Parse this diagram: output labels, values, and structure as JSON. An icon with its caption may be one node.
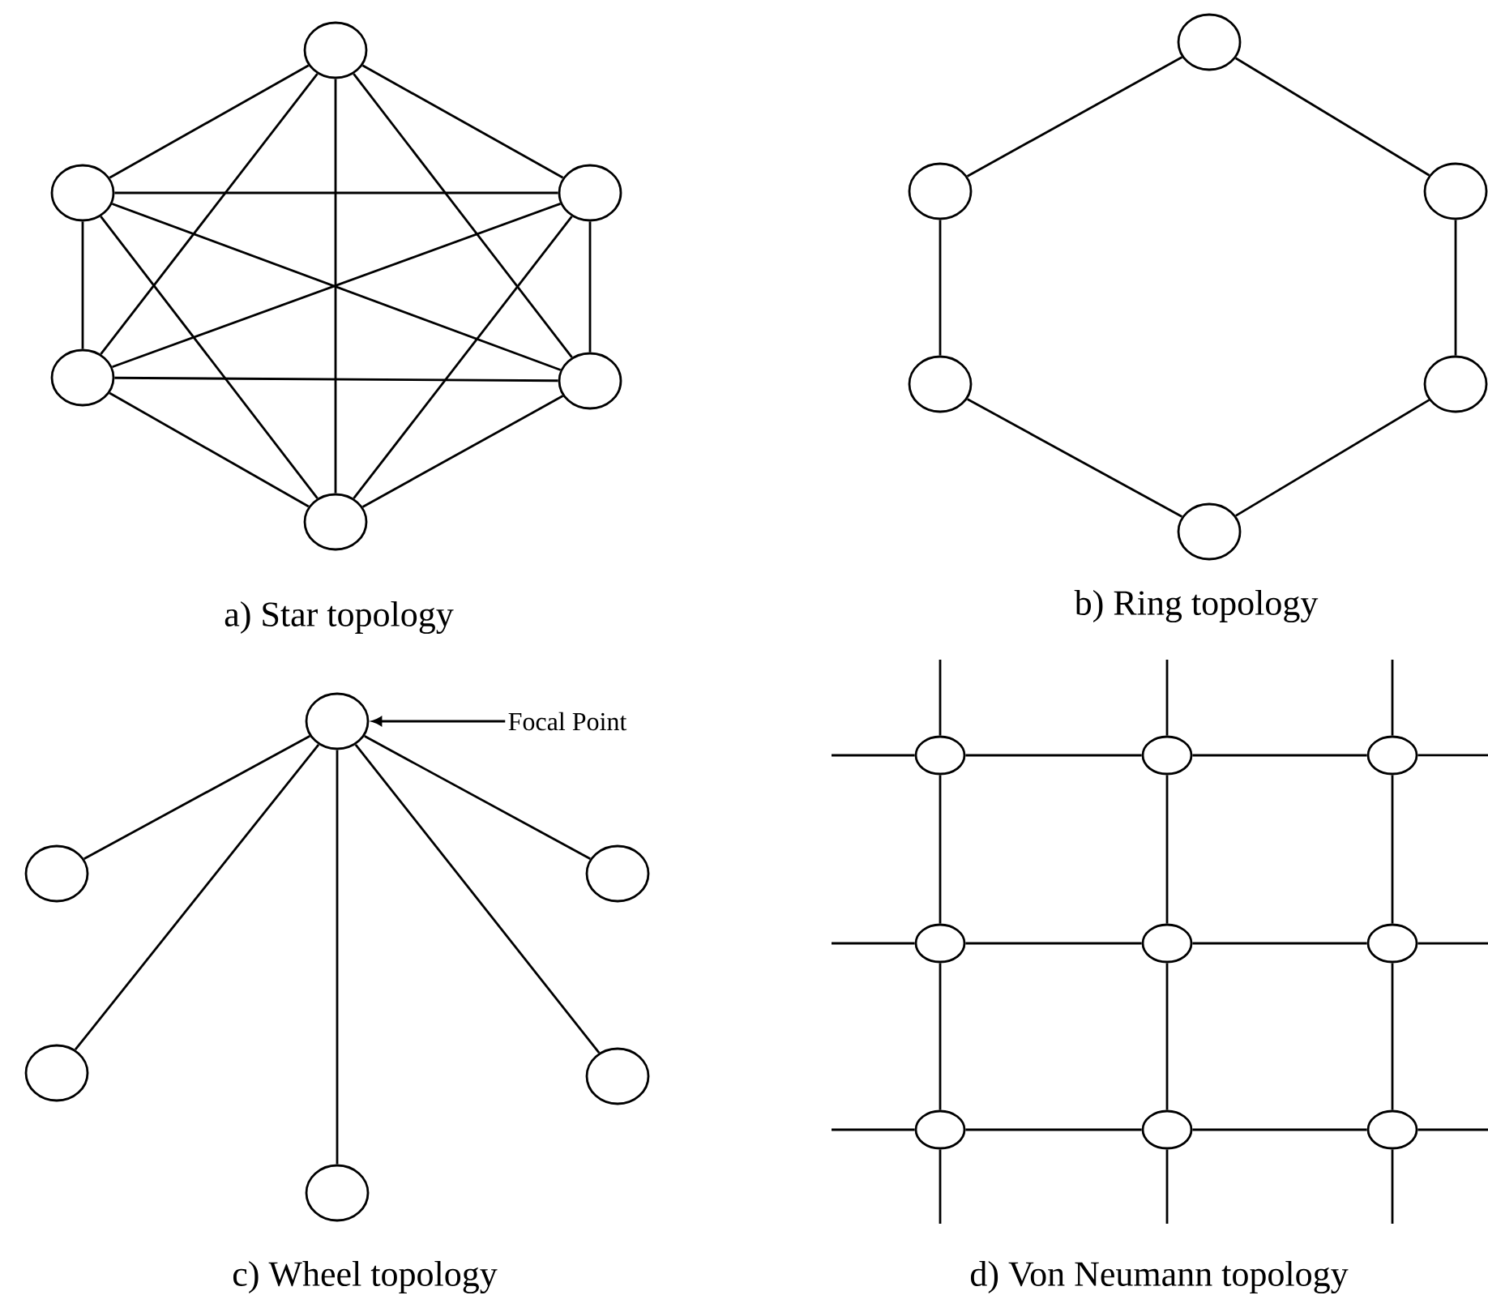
{
  "diagram": {
    "nodes": [
      {
        "text": [],
        "shape": "circle"
      },
      {
        "text": [],
        "shape": "circle"
      },
      {
        "text": [],
        "shape": "circle"
      },
      {
        "text": [],
        "shape": "circle"
      },
      {
        "text": [],
        "shape": "circle"
      },
      {
        "text": [],
        "shape": "circle"
      },
      {
        "text": [],
        "shape": "circle"
      },
      {
        "text": [],
        "shape": "circle"
      },
      {
        "text": [],
        "shape": "circle"
      },
      {
        "text": [],
        "shape": "circle"
      },
      {
        "text": [],
        "shape": "circle"
      },
      {
        "text": [],
        "shape": "circle"
      },
      {
        "text": [],
        "shape": "circle"
      },
      {
        "text": [],
        "shape": "circle"
      },
      {
        "text": [],
        "shape": "circle"
      },
      {
        "text": [],
        "shape": "circle"
      },
      {
        "text": [],
        "shape": "circle"
      },
      {
        "text": [],
        "shape": "circle"
      },
      {
        "text": [
          "Focal Point"
        ]
      },
      {
        "text": [],
        "shape": "circle"
      },
      {
        "text": [],
        "shape": "circle"
      },
      {
        "text": [],
        "shape": "circle"
      },
      {
        "text": [],
        "shape": "circle"
      },
      {
        "text": [],
        "shape": "circle"
      },
      {
        "text": [],
        "shape": "circle"
      },
      {
        "text": [],
        "shape": "circle"
      },
      {
        "text": [],
        "shape": "circle"
      },
      {
        "text": [],
        "shape": "circle"
      }
    ],
    "edges": [
      {
        "from": 0,
        "to": 1,
        "arrow": "none"
      },
      {
        "from": 0,
        "to": 2,
        "arrow": "none"
      },
      {
        "from": 0,
        "to": 3,
        "arrow": "none"
      },
      {
        "from": 0,
        "to": 4,
        "arrow": "none"
      },
      {
        "from": 0,
        "to": 5,
        "arrow": "none"
      },
      {
        "from": 1,
        "to": 2,
        "arrow": "none"
      },
      {
        "from": 1,
        "to": 3,
        "arrow": "none"
      },
      {
        "from": 1,
        "to": 4,
        "arrow": "none"
      },
      {
        "from": 1,
        "to": 5,
        "arrow": "none"
      },
      {
        "from": 2,
        "to": 3,
        "arrow": "none"
      },
      {
        "from": 2,
        "to": 4,
        "arrow": "none"
      },
      {
        "from": 2,
        "to": 5,
        "arrow": "none"
      },
      {
        "from": 3,
        "to": 4,
        "arrow": "none"
      },
      {
        "from": 3,
        "to": 5,
        "arrow": "none"
      },
      {
        "from": 4,
        "to": 5,
        "arrow": "none"
      },
      {
        "from": 6,
        "to": 7,
        "arrow": "none"
      },
      {
        "from": 7,
        "to": 9,
        "arrow": "none"
      },
      {
        "from": 9,
        "to": 11,
        "arrow": "none"
      },
      {
        "from": 11,
        "to": 10,
        "arrow": "none"
      },
      {
        "from": 10,
        "to": 8,
        "arrow": "none"
      },
      {
        "from": 8,
        "to": 6,
        "arrow": "none"
      },
      {
        "from": 12,
        "to": 13,
        "arrow": "none"
      },
      {
        "from": 12,
        "to": 14,
        "arrow": "none"
      },
      {
        "from": 12,
        "to": 15,
        "arrow": "none"
      },
      {
        "from": 12,
        "to": 16,
        "arrow": "none"
      },
      {
        "from": 12,
        "to": 17,
        "arrow": "none"
      },
      {
        "from": 18,
        "to": 12,
        "arrow": "to"
      },
      {
        "from": 19,
        "to": 20,
        "arrow": "none"
      },
      {
        "from": 20,
        "to": 21,
        "arrow": "none"
      },
      {
        "from": 22,
        "to": 23,
        "arrow": "none"
      },
      {
        "from": 23,
        "to": 24,
        "arrow": "none"
      },
      {
        "from": 25,
        "to": 26,
        "arrow": "none"
      },
      {
        "from": 26,
        "to": 27,
        "arrow": "none"
      },
      {
        "from": 19,
        "to": 22,
        "arrow": "none"
      },
      {
        "from": 22,
        "to": 25,
        "arrow": "none"
      },
      {
        "from": 20,
        "to": 23,
        "arrow": "none"
      },
      {
        "from": 23,
        "to": 26,
        "arrow": "none"
      },
      {
        "from": 21,
        "to": 24,
        "arrow": "none"
      },
      {
        "from": 24,
        "to": 27,
        "arrow": "none"
      },
      {
        "from": null,
        "to": 19,
        "arrow": "none"
      },
      {
        "from": null,
        "to": 22,
        "arrow": "none"
      },
      {
        "from": null,
        "to": 25,
        "arrow": "none"
      },
      {
        "from": 21,
        "to": null,
        "arrow": "none"
      },
      {
        "from": 24,
        "to": null,
        "arrow": "none"
      },
      {
        "from": 27,
        "to": null,
        "arrow": "none"
      },
      {
        "from": null,
        "to": 19,
        "arrow": "none"
      },
      {
        "from": null,
        "to": 20,
        "arrow": "none"
      },
      {
        "from": null,
        "to": 21,
        "arrow": "none"
      },
      {
        "from": 25,
        "to": null,
        "arrow": "none"
      },
      {
        "from": 26,
        "to": null,
        "arrow": "none"
      },
      {
        "from": 27,
        "to": null,
        "arrow": "none"
      }
    ],
    "labels": [
      "a) Star topology",
      "b) Ring topology",
      "c) Wheel topology",
      "d) Von Neumann topology"
    ]
  }
}
